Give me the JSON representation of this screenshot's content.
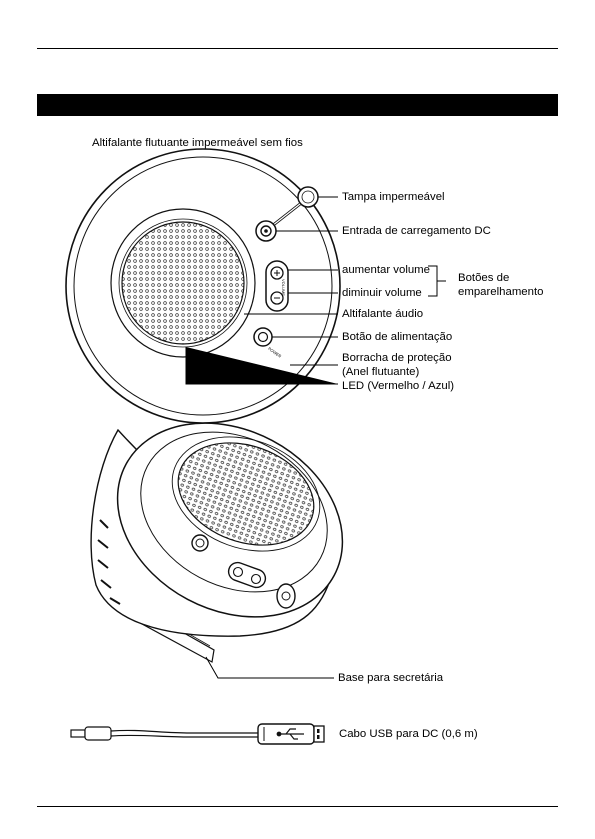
{
  "document": {
    "subtitle": "Altifalante flutuante impermeável sem fios"
  },
  "labels": {
    "tampa": "Tampa impermeável",
    "entrada": "Entrada de carregamento DC",
    "aumentar": "aumentar volume",
    "diminuir": "diminuir volume",
    "botoes_line1": "Botões de",
    "botoes_line2": "emparelhamento",
    "altifalante": "Altifalante áudio",
    "alimentacao": "Botão de alimentação",
    "borracha_line1": "Borracha de proteção",
    "borracha_line2": "(Anel flutuante)",
    "led": "LED (Vermelho / Azul)",
    "base": "Base para secretária",
    "cabo": "Cabo USB para DC (0,6 m)"
  },
  "device_markings": {
    "volume": "VOLUME",
    "power": "POWER"
  }
}
